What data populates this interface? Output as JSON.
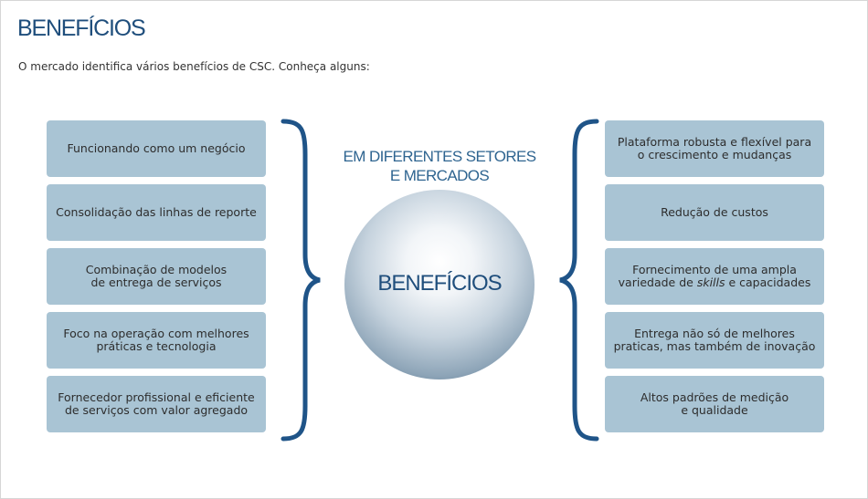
{
  "title": "BENEFÍCIOS",
  "intro": "O mercado identifica vários benefícios de CSC. Conheça alguns:",
  "center": {
    "heading": "EM DIFERENTES SETORES\nE MERCADOS",
    "sphere_label": "BENEFÍCIOS"
  },
  "left_items": [
    "Funcionando como um negócio",
    "Consolidação das linhas de reporte",
    "Combinação de modelos\nde entrega de serviços",
    "Foco na operação com melhores\npráticas e tecnologia",
    "Fornecedor profissional e eficiente\nde serviços com valor agregado"
  ],
  "right_items": [
    "Plataforma robusta e flexível para\no crescimento e mudanças",
    "Redução de custos",
    {
      "before": "Fornecimento de uma ampla\nvariedade de ",
      "italic": "skills",
      "after": " e capacidades"
    },
    "Entrega não só de melhores\npraticas, mas também de inovação",
    "Altos padrões de medição\ne qualidade"
  ],
  "colors": {
    "title": "#1f4e7c",
    "box": "#a9c4d4",
    "brace": "#1f5488"
  }
}
